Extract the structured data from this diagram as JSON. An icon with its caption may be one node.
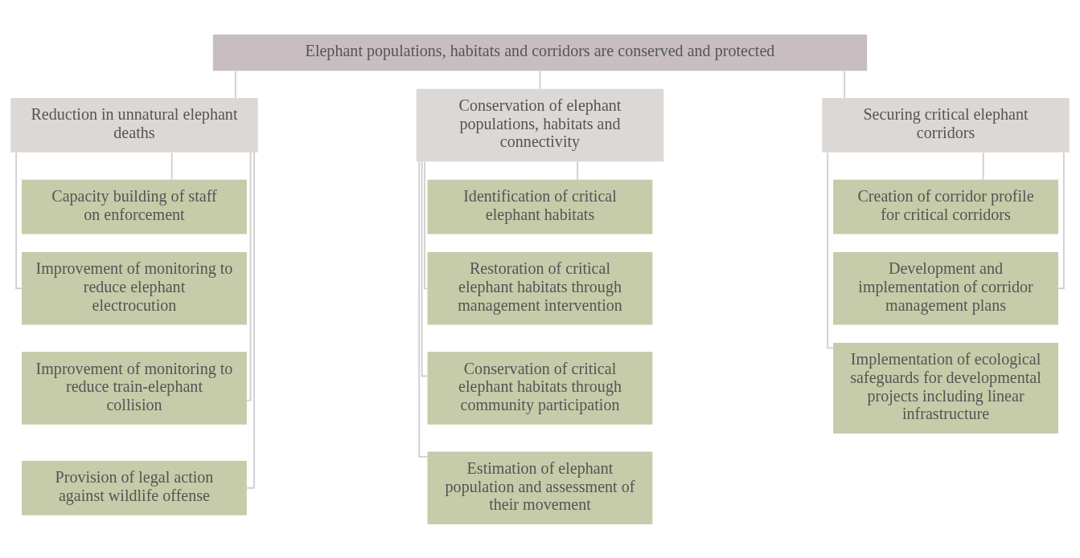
{
  "diagram": {
    "nodes": [
      {
        "text": [
          "Elephant populations, habitats and corridors are conserved and protected"
        ]
      },
      {
        "text": [
          "Reduction in unnatural elephant deaths"
        ]
      },
      {
        "text": [
          "Capacity building of staff on enforcement"
        ]
      },
      {
        "text": [
          "Improvement of monitoring to reduce elephant electrocution"
        ]
      },
      {
        "text": [
          "Improvement of monitoring to reduce train-elephant collision"
        ]
      },
      {
        "text": [
          "Provision of legal action against wildlife offense"
        ]
      },
      {
        "text": [
          "Conservation of elephant populations, habitats and connectivity"
        ]
      },
      {
        "text": [
          "Identification of critical elephant habitats"
        ]
      },
      {
        "text": [
          "Restoration of critical elephant habitats through management intervention"
        ]
      },
      {
        "text": [
          "Conservation of critical elephant habitats through community participation"
        ]
      },
      {
        "text": [
          "Estimation of elephant population and assessment of their movement"
        ]
      },
      {
        "text": [
          "Securing critical elephant corridors"
        ]
      },
      {
        "text": [
          "Creation of corridor profile for critical corridors"
        ]
      },
      {
        "text": [
          "Development and implementation of corridor management plans"
        ]
      },
      {
        "text": [
          "Implementation of ecological safeguards for developmental projects including linear infrastructure"
        ]
      }
    ],
    "edges": [
      {
        "from": 0,
        "to": 1,
        "arrow": "none"
      },
      {
        "from": 0,
        "to": 6,
        "arrow": "none"
      },
      {
        "from": 0,
        "to": 11,
        "arrow": "none"
      },
      {
        "from": 1,
        "to": 2,
        "arrow": "none"
      },
      {
        "from": 1,
        "to": 3,
        "arrow": "none"
      },
      {
        "from": 1,
        "to": 4,
        "arrow": "none"
      },
      {
        "from": 1,
        "to": 5,
        "arrow": "none"
      },
      {
        "from": 6,
        "to": 7,
        "arrow": "none"
      },
      {
        "from": 6,
        "to": 8,
        "arrow": "none"
      },
      {
        "from": 6,
        "to": 9,
        "arrow": "none"
      },
      {
        "from": 6,
        "to": 10,
        "arrow": "none"
      },
      {
        "from": 11,
        "to": 12,
        "arrow": "none"
      },
      {
        "from": 11,
        "to": 13,
        "arrow": "none"
      },
      {
        "from": 11,
        "to": 14,
        "arrow": "none"
      }
    ]
  }
}
